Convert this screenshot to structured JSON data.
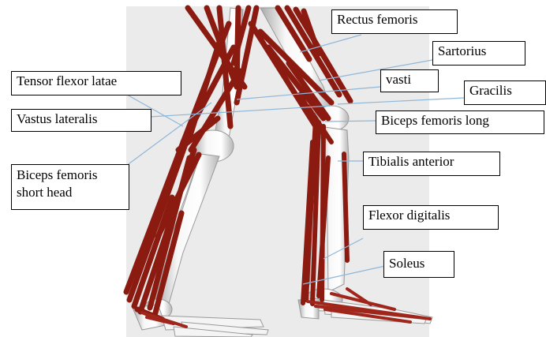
{
  "labels": {
    "rectus_femoris": "Rectus femoris",
    "sartorius": "Sartorius",
    "tensor_flexor_latae": "Tensor flexor latae",
    "vasti": "vasti",
    "gracilis": "Gracilis",
    "vastus_lateralis": "Vastus lateralis",
    "biceps_femoris_long": "Biceps femoris long",
    "tibialis_anterior": "Tibialis anterior",
    "biceps_femoris_short_line1": "Biceps femoris",
    "biceps_femoris_short_line2": "short head",
    "flexor_digitalis": "Flexor digitalis",
    "soleus": "Soleus"
  },
  "colors": {
    "background": "#ebebeb",
    "muscle": "#8b1a10",
    "muscle_light": "#b02a1c",
    "bone": "#f2f2f2",
    "bone_shade": "#b9b9b9",
    "leader_line": "#8fb7d8"
  }
}
